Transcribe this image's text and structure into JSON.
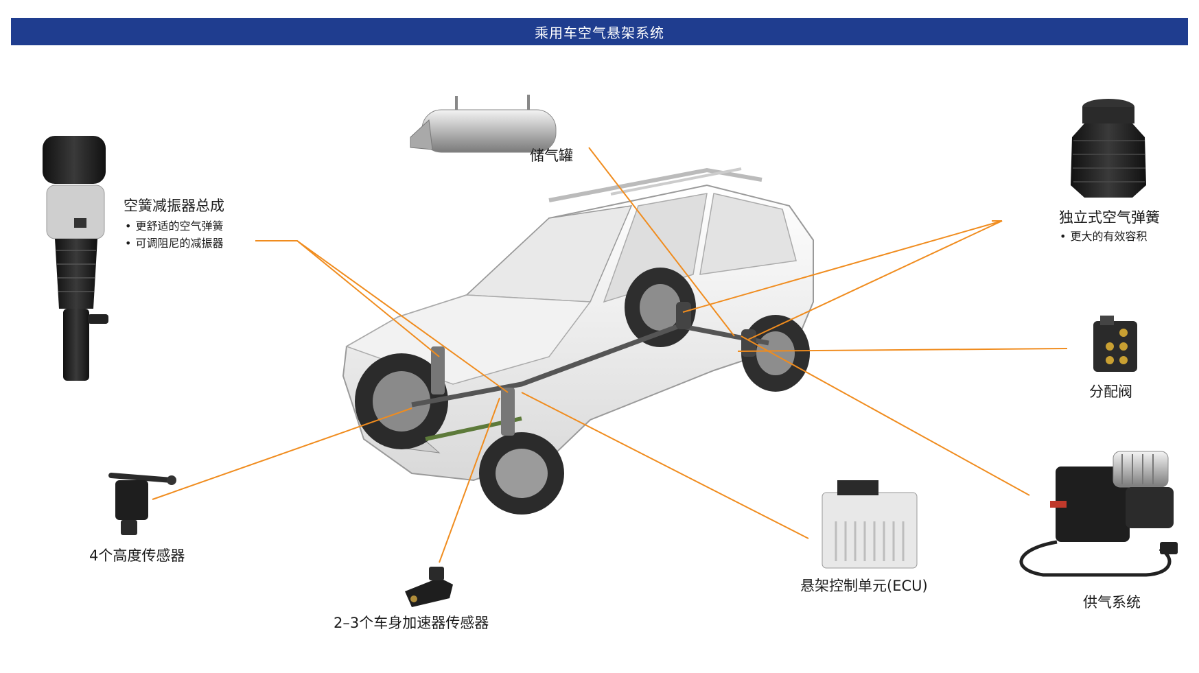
{
  "header": {
    "title": "乘用车空气悬架系统"
  },
  "components": {
    "air_spring_strut": {
      "label": "空簧减振器总成",
      "bullets": [
        "更舒适的空气弹簧",
        "可调阻尼的减振器"
      ]
    },
    "air_tank": {
      "label": "储气罐"
    },
    "independent_air_spring": {
      "label": "独立式空气弹簧",
      "bullets": [
        "更大的有效容积"
      ]
    },
    "distribution_valve": {
      "label": "分配阀"
    },
    "air_supply": {
      "label": "供气系统"
    },
    "ecu": {
      "label": "悬架控制单元(ECU)"
    },
    "acceleration_sensors": {
      "label": "2–3个车身加速器传感器"
    },
    "height_sensors": {
      "label": "4个高度传感器"
    }
  },
  "colors": {
    "header_bg": "#1f3d8f",
    "leader_line": "#f08c1e",
    "text": "#1a1a1a"
  },
  "icons": {
    "car": "suv-cutaway-illustration",
    "air_spring_strut": "air-strut-icon",
    "air_tank": "air-tank-icon",
    "independent_air_spring": "air-bellows-icon",
    "distribution_valve": "valve-block-icon",
    "air_supply": "compressor-icon",
    "ecu": "ecu-module-icon",
    "acceleration_sensor": "accel-sensor-icon",
    "height_sensor": "height-sensor-icon"
  }
}
